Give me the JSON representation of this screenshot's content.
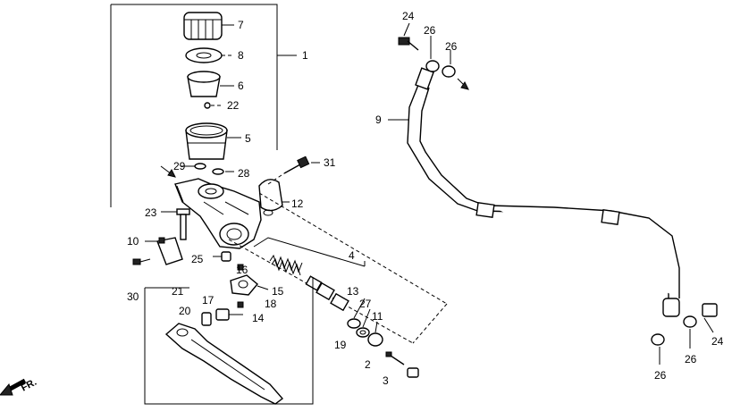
{
  "diagram": {
    "labels": {
      "p1": "1",
      "p2": "2",
      "p3": "3",
      "p4": "4",
      "p5": "5",
      "p6": "6",
      "p7": "7",
      "p8": "8",
      "p9": "9",
      "p10": "10",
      "p11": "11",
      "p12": "12",
      "p13": "13",
      "p14": "14",
      "p15": "15",
      "p16": "16",
      "p17": "17",
      "p18": "18",
      "p19": "19",
      "p20": "20",
      "p21": "21",
      "p22": "22",
      "p23": "23",
      "p24a": "24",
      "p24b": "24",
      "p25": "25",
      "p26a": "26",
      "p26b": "26",
      "p26c": "26",
      "p26d": "26",
      "p27": "27",
      "p28": "28",
      "p29": "29",
      "p30": "30",
      "p31": "31"
    },
    "front_marker": "FR."
  }
}
